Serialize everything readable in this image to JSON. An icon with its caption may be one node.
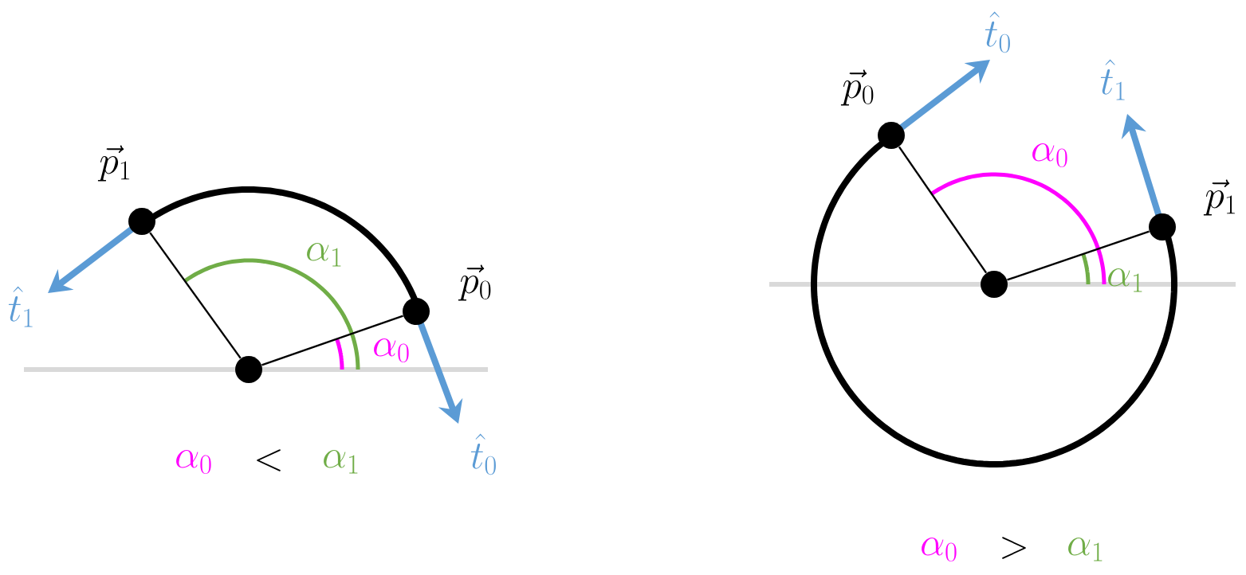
{
  "diagram": {
    "nodes": [
      {
        "text": [],
        "shape": "circle"
      },
      {
        "text": [],
        "shape": "circle",
        "beside": [
          "\\vec{p}_1"
        ]
      },
      {
        "text": [],
        "shape": "circle",
        "beside": [
          "\\vec{p}_0"
        ]
      },
      {
        "text": [],
        "shape": "circle"
      },
      {
        "text": [],
        "shape": "circle",
        "beside": [
          "\\vec{p}_0"
        ]
      },
      {
        "text": [],
        "shape": "circle",
        "beside": [
          "\\vec{p}_1"
        ]
      }
    ],
    "edges": [
      {
        "from": 0,
        "to": 1,
        "arrow": "none"
      },
      {
        "from": 0,
        "to": 2,
        "arrow": "none"
      },
      {
        "from": 3,
        "to": 4,
        "arrow": "none"
      },
      {
        "from": 3,
        "to": 5,
        "arrow": "none"
      }
    ],
    "labels": [
      "\\hat{t}_0",
      "\\hat{t}_1",
      "\\alpha_1",
      "\\alpha_0",
      "\\hat{t}_1",
      "\\alpha_0",
      "\\alpha_0",
      "<",
      "\\alpha_1",
      "\\hat{t}_0",
      "\\alpha_1",
      "\\alpha_0",
      ">",
      "\\alpha_1"
    ]
  }
}
